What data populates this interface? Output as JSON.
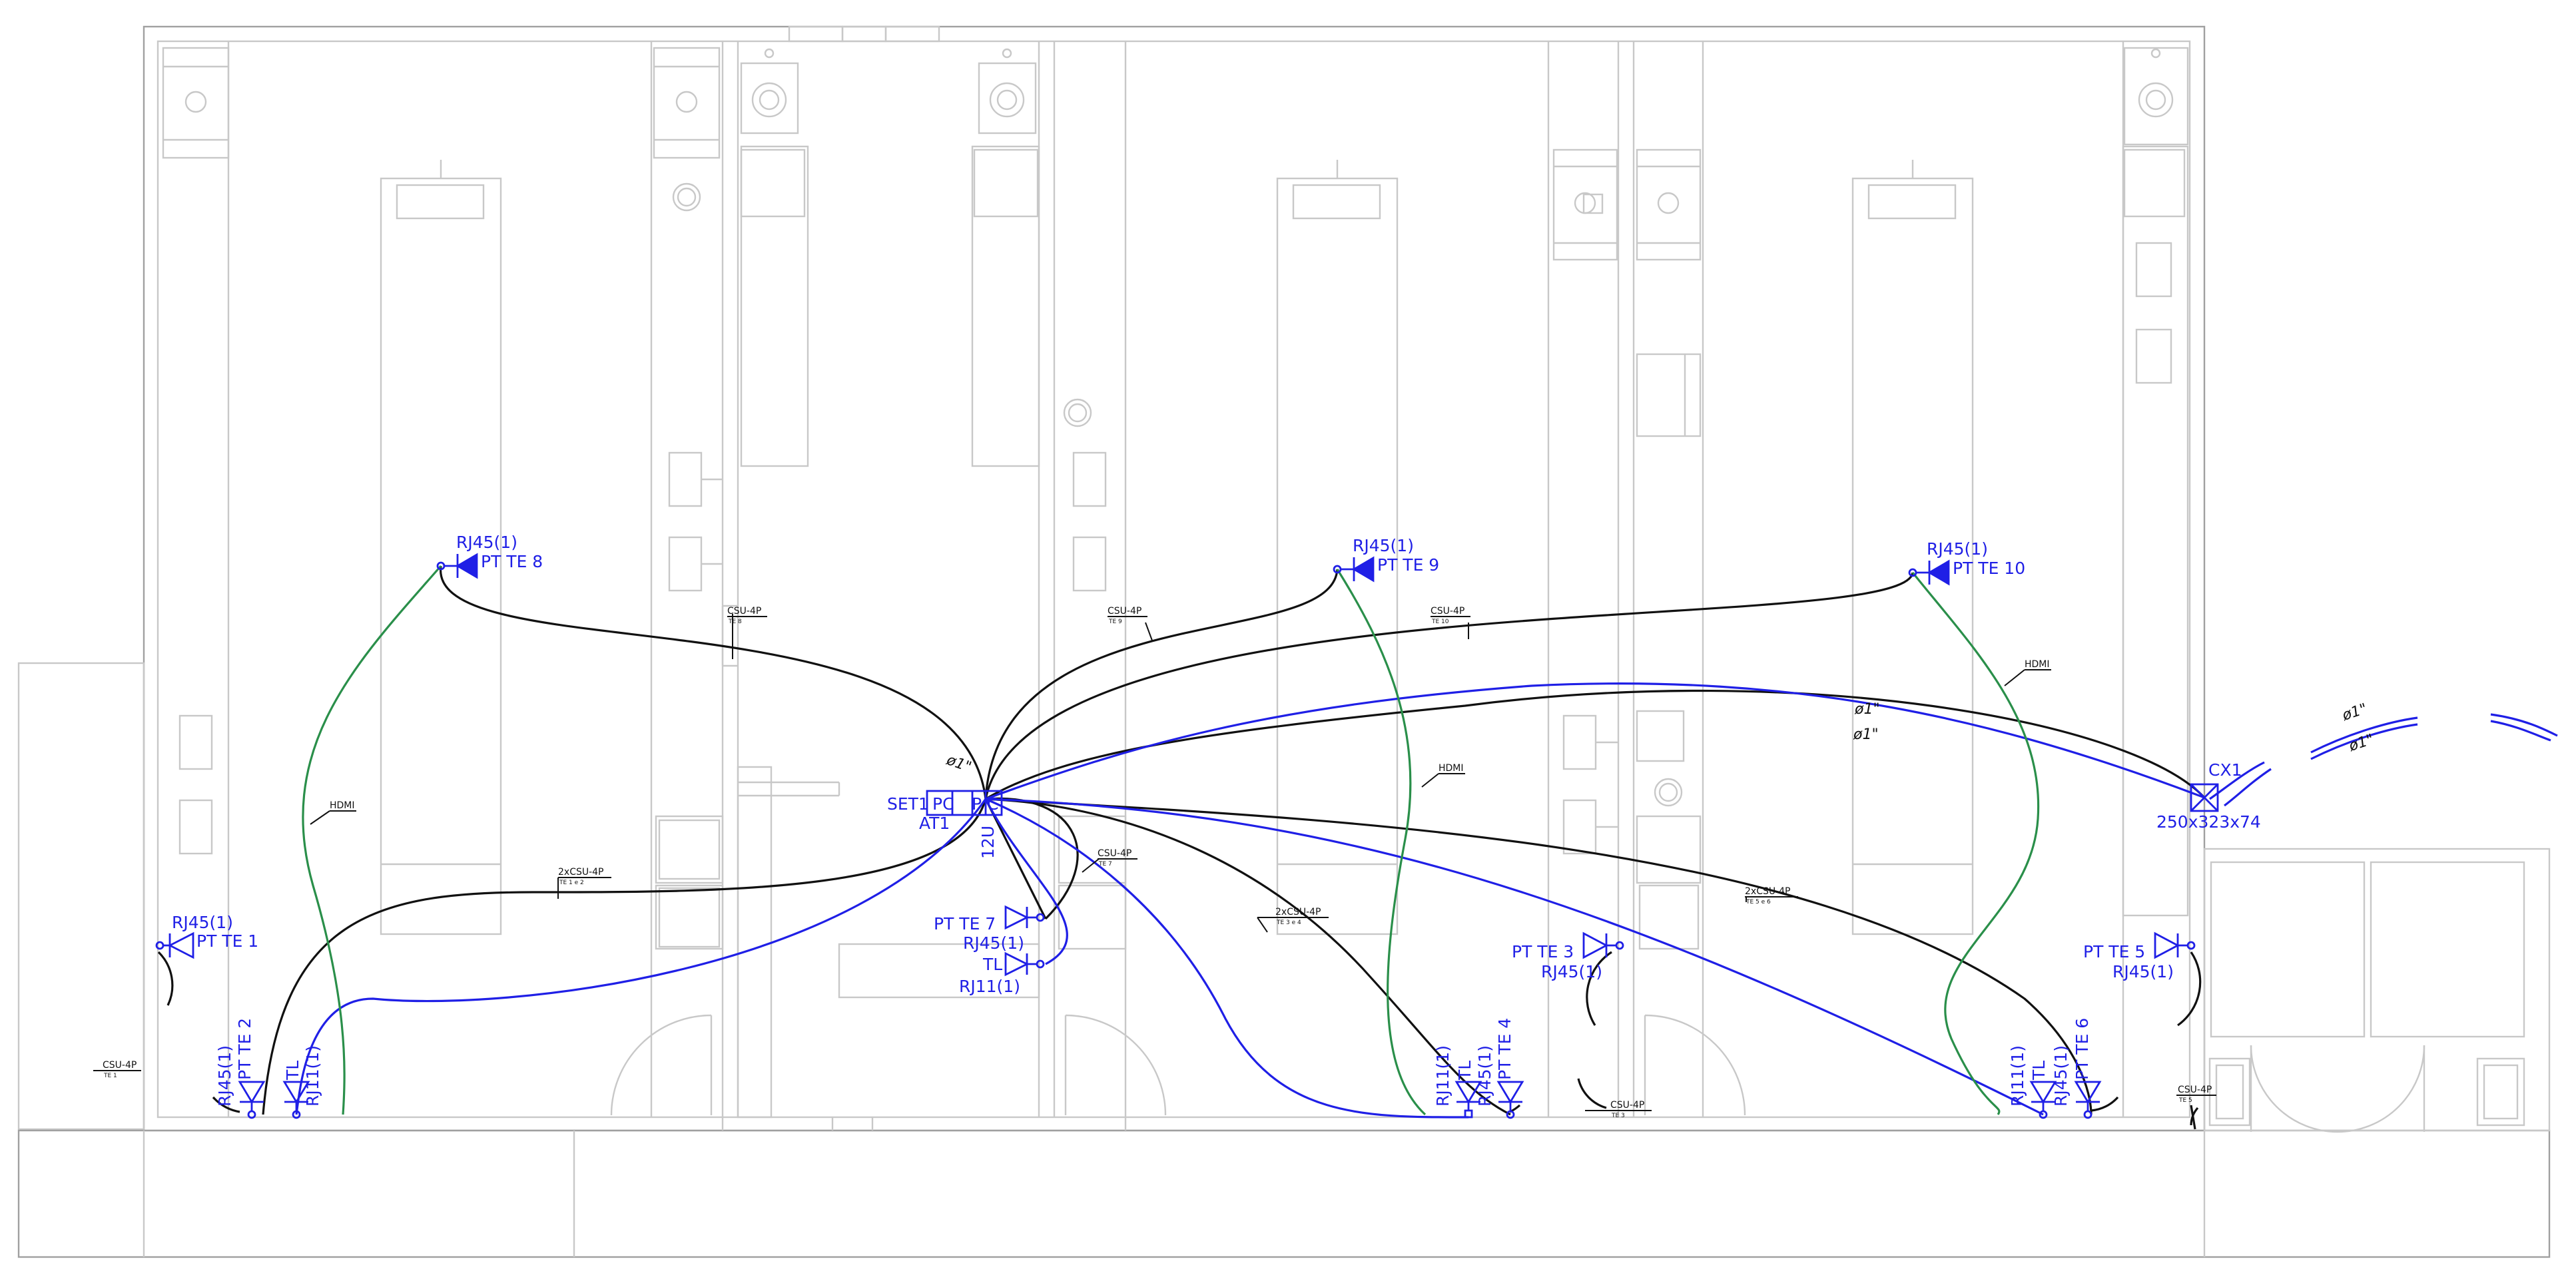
{
  "outlets": [
    {
      "pt": "PT  TE  1",
      "rj45": "RJ45(1)"
    },
    {
      "pt": "PT  TE  2",
      "rj45": "RJ45(1)",
      "tl": "TL",
      "rj11": "RJ11(1)"
    },
    {
      "pt": "PT  TE  3",
      "rj45": "RJ45(1)"
    },
    {
      "pt": "PT  TE  4",
      "rj45": "RJ45(1)",
      "tl": "TL",
      "rj11": "RJ11(1)"
    },
    {
      "pt": "PT  TE  5",
      "rj45": "RJ45(1)"
    },
    {
      "pt": "PT  TE  6",
      "rj45": "RJ45(1)",
      "tl": "TL",
      "rj11": "RJ11(1)"
    },
    {
      "pt": "PT  TE  7",
      "rj45": "RJ45(1)",
      "tl": "TL",
      "rj11": "RJ11(1)"
    },
    {
      "pt": "PT  TE  8",
      "rj45": "RJ45(1)"
    },
    {
      "pt": "PT  TE  9",
      "rj45": "RJ45(1)"
    },
    {
      "pt": "PT  TE  10",
      "rj45": "RJ45(1)"
    }
  ],
  "rack": {
    "set": "SET1",
    "at": "AT1",
    "size": "12U",
    "pc1": "PC",
    "pc2": "P",
    "pc3": "C"
  },
  "box": {
    "name": "CX1",
    "dims": "250x323x74"
  },
  "conduit": {
    "d1": "ø1\"",
    "d2": "ø1\"",
    "d3": "ø1\"",
    "d4": "ø1\"",
    "d5": "ø1\""
  },
  "cables": {
    "csu": "CSU-4P",
    "csu2": "2xCSU-4P",
    "hdmi": "HDMI",
    "te1": "TE 1",
    "te3": "TE 3",
    "te5": "TE 5",
    "te7": "TE 7",
    "te8": "TE 8",
    "te9": "TE 9",
    "te10": "TE 10",
    "te12": "TE 1 e 2",
    "te34": "TE 3 e 4",
    "te56": "TE 5 e 6"
  },
  "colors": {
    "symbols": "#1f1fe6",
    "utp": "#111111",
    "hdmi_cable": "#2a8f4a",
    "walls": "#a0a0a0"
  }
}
